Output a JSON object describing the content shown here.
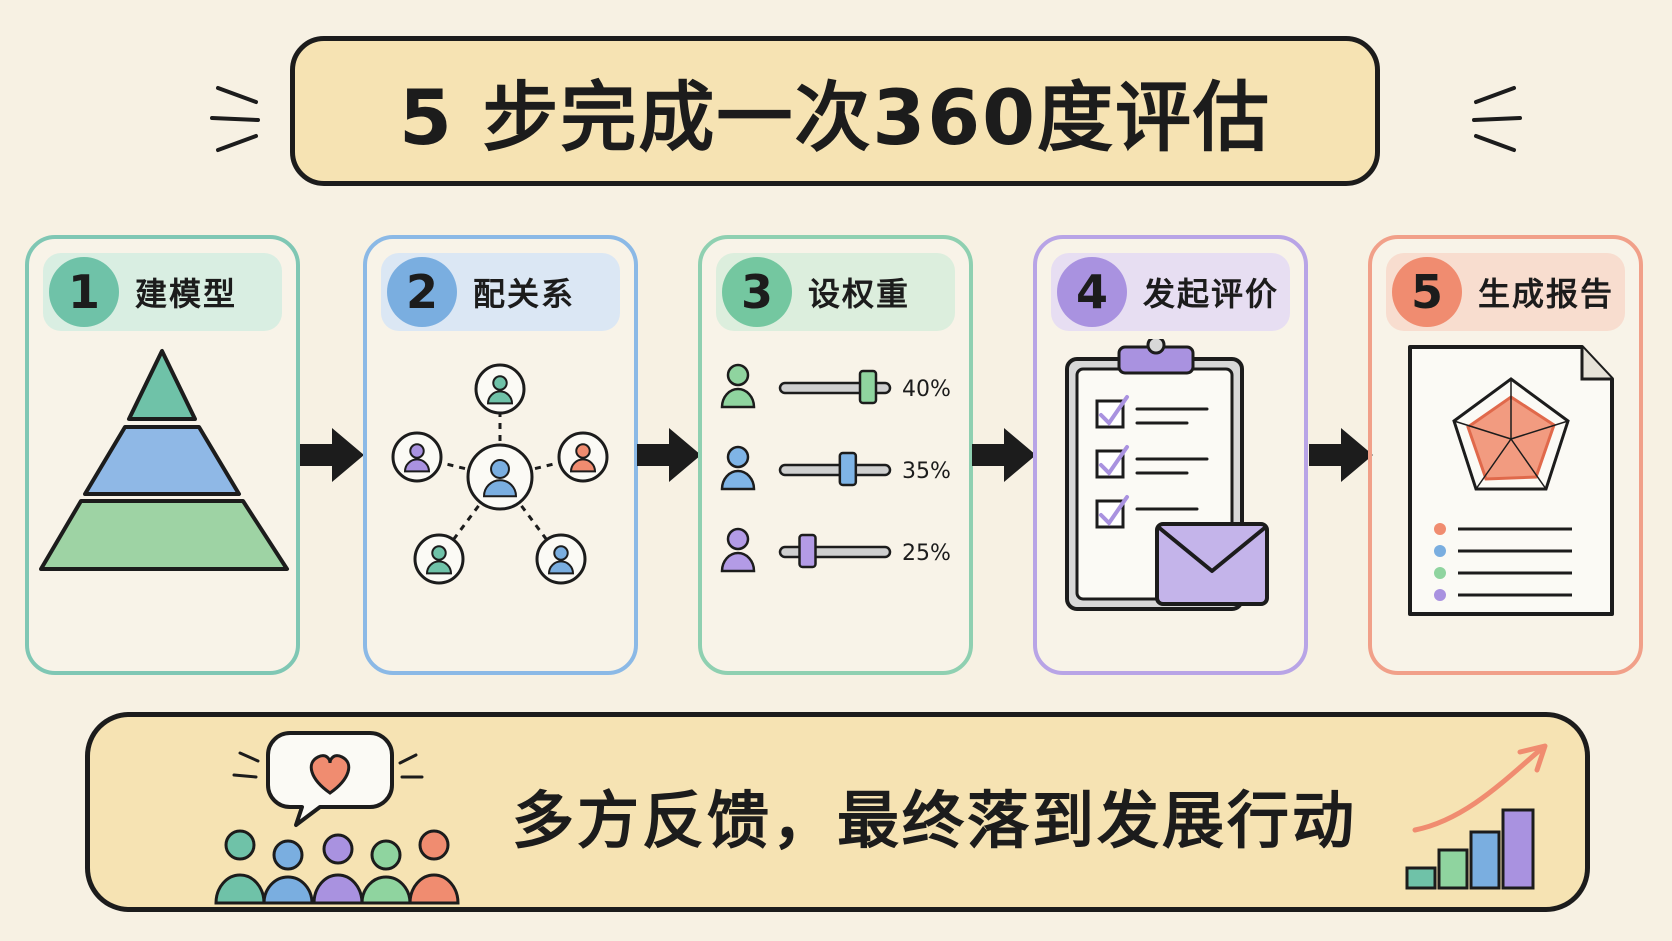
{
  "title": "5 步完成一次360度评估",
  "steps": [
    {
      "number": "1",
      "label": "建模型",
      "color": "#6fc2a8",
      "tint": "#d9eee2",
      "border": "#7fc7b4"
    },
    {
      "number": "2",
      "label": "配关系",
      "color": "#7aaee0",
      "tint": "#dbe7f4",
      "border": "#8bb9e6"
    },
    {
      "number": "3",
      "label": "设权重",
      "color": "#74c7a0",
      "tint": "#dceedd",
      "border": "#8fd0b1"
    },
    {
      "number": "4",
      "label": "发起评价",
      "color": "#a992e0",
      "tint": "#e7def2",
      "border": "#b8a4e6"
    },
    {
      "number": "5",
      "label": "生成报告",
      "color": "#f08c70",
      "tint": "#f8ddcf",
      "border": "#f1a089"
    }
  ],
  "weights": [
    {
      "value": "40%",
      "fraction": 0.4,
      "person_color": "#8fd49f"
    },
    {
      "value": "35%",
      "fraction": 0.35,
      "person_color": "#7fb4e6"
    },
    {
      "value": "25%",
      "fraction": 0.25,
      "person_color": "#b39be6"
    }
  ],
  "tagline": "多方反馈，最终落到发展行动",
  "icons": {
    "pyramid": "pyramid-icon",
    "network": "people-network-icon",
    "clipboard": "clipboard-checklist-icon",
    "envelope": "envelope-icon",
    "report": "radar-report-icon",
    "heart": "heart-speech-bubble-icon",
    "growth": "growth-bars-icon"
  }
}
